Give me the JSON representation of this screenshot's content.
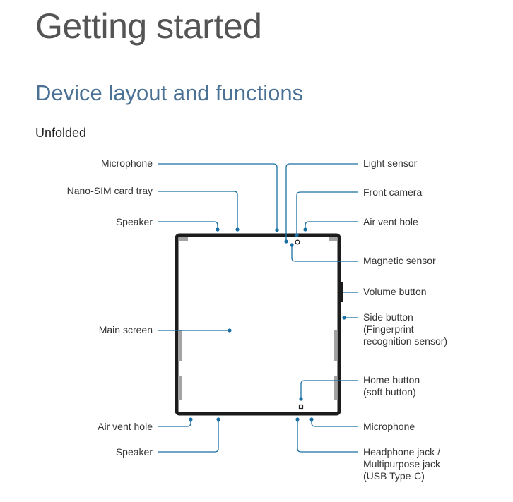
{
  "page": {
    "title": "Getting started",
    "section": "Device layout and functions",
    "subsection": "Unfolded"
  },
  "labels": {
    "microphone_top": "Microphone",
    "nano_sim": "Nano-SIM card tray",
    "speaker_top": "Speaker",
    "main_screen": "Main screen",
    "air_vent_bottom": "Air vent hole",
    "speaker_bottom": "Speaker",
    "light_sensor": "Light sensor",
    "front_camera": "Front camera",
    "air_vent_top": "Air vent hole",
    "magnetic_sensor": "Magnetic sensor",
    "volume_button": "Volume button",
    "side_button_1": "Side button",
    "side_button_2": "(Fingerprint",
    "side_button_3": "recognition sensor)",
    "home_button_1": "Home button",
    "home_button_2": "(soft button)",
    "microphone_bottom": "Microphone",
    "headphone_1": "Headphone jack /",
    "headphone_2": "Multipurpose jack",
    "headphone_3": "(USB Type-C)"
  },
  "colors": {
    "callout": "#1a6fa3",
    "title": "#545454",
    "heading": "#4b7295"
  }
}
